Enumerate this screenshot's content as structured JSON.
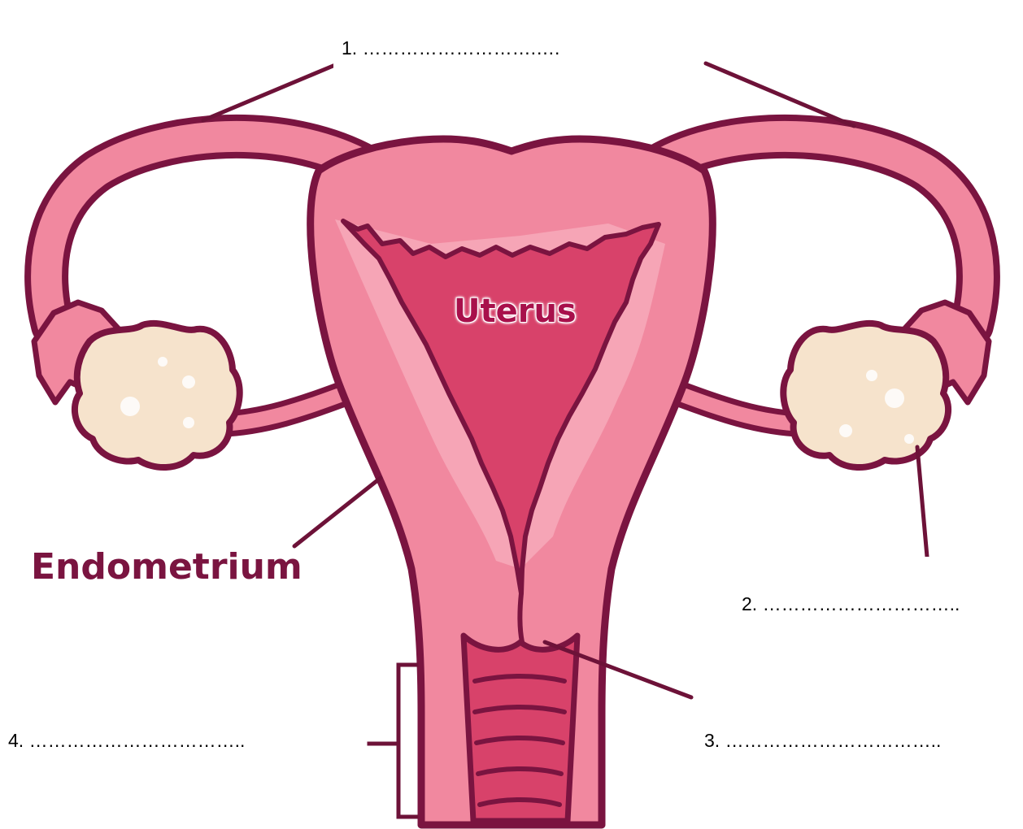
{
  "labels": {
    "blank_1": "1.    ……………………….….",
    "blank_2": "2. …………………………..",
    "blank_3": "3. ……………………………..",
    "blank_4": "4. ……………………………..",
    "uterus": "Uterus",
    "endometrium": "Endometrium"
  },
  "colors": {
    "outline": "#7a1440",
    "tissue": "#f1889f",
    "tissue_light": "#f6a5b6",
    "cavity": "#d8426a",
    "ovary": "#f6e3cc",
    "leader": "#6d1238"
  }
}
